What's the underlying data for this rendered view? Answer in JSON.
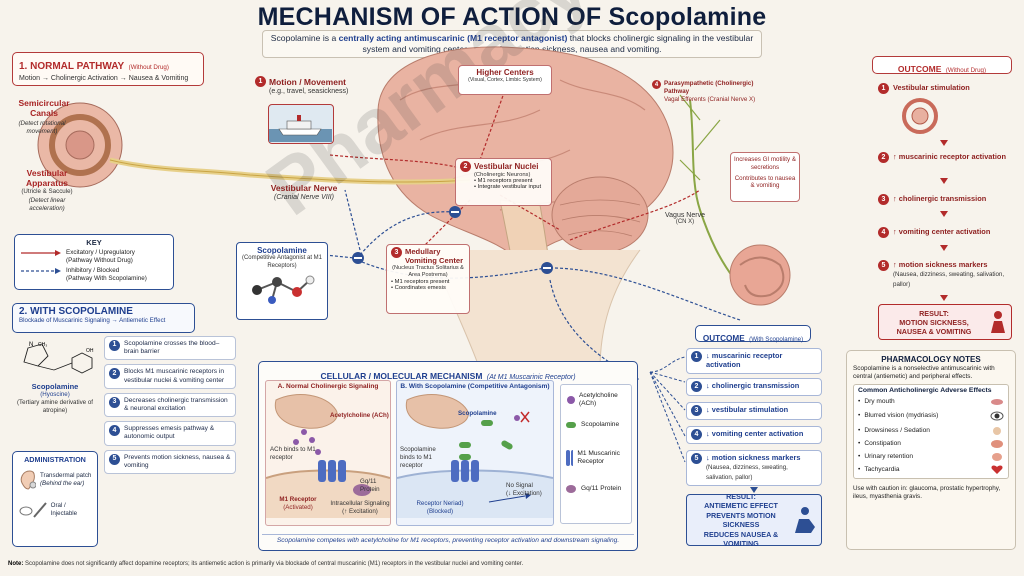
{
  "title": "MECHANISM OF ACTION OF Scopolamine",
  "subtitle_pre": "Scopolamine is a ",
  "subtitle_bold": "centrally acting antimuscarinic (M1 receptor antagonist)",
  "subtitle_post": " that blocks cholinergic signaling in the vestibular system and vomiting center, preventing motion sickness, nausea and vomiting.",
  "watermark": "Pharmacy Freak",
  "normal_pathway": {
    "header": "1. NORMAL PATHWAY",
    "header_sub": "(Without Drug)",
    "sub": "Motion → Cholinergic Activation → Nausea & Vomiting",
    "semicircular": "Semicircular Canals",
    "semicircular_note": "(Detect rotational movement)",
    "vestibular_app": "Vestibular Apparatus",
    "vestibular_app_sub": "(Utricle & Saccule)",
    "vestibular_app_note": "(Detect linear acceleration)"
  },
  "key": {
    "title": "KEY",
    "excitatory": "Excitatory / Upregulatory",
    "excitatory_sub": "(Pathway Without Drug)",
    "inhibitory": "Inhibitory / Blocked",
    "inhibitory_sub": "(Pathway With Scopolamine)"
  },
  "with_scop": {
    "header": "2. WITH SCOPOLAMINE",
    "sub": "Blockade of Muscarinic Signaling → Antiemetic Effect",
    "drug_name": "Scopolamine",
    "drug_alt": "(Hyoscine)",
    "drug_class": "(Tertiary amine derivative of atropine)",
    "structure_label": "N",
    "structure_me": "CH₃",
    "structure_oh": "OH",
    "steps": [
      {
        "n": "1",
        "text": "Scopolamine crosses the blood–brain barrier"
      },
      {
        "n": "2",
        "text": "Blocks M1 muscarinic receptors in vestibular nuclei & vomiting center"
      },
      {
        "n": "3",
        "text": "Decreases cholinergic transmission & neuronal excitation"
      },
      {
        "n": "4",
        "text": "Suppresses emesis pathway & autonomic output"
      },
      {
        "n": "5",
        "text": "Prevents motion sickness, nausea & vomiting"
      }
    ]
  },
  "administration": {
    "title": "ADMINISTRATION",
    "transdermal": "Transdermal patch",
    "transdermal_sub": "(Behind the ear)",
    "oral": "Oral / Injectable"
  },
  "motion": {
    "n": "1",
    "title": "Motion / Movement",
    "sub": "(e.g., travel, seasickness)"
  },
  "vestibular_nerve": {
    "title": "Vestibular Nerve",
    "sub": "(Cranial Nerve VIII)"
  },
  "higher_centers": {
    "title": "Higher Centers",
    "sub": "(Visual, Cortex, Limbic System)"
  },
  "vestibular_nuclei": {
    "n": "2",
    "title": "Vestibular Nuclei",
    "sub": "(Cholinergic Neurons)",
    "b1": "M1 receptors present",
    "b2": "Integrate vestibular input"
  },
  "scop_box": {
    "title": "Scopolamine",
    "sub": "(Competitive Antagonist at M1 Receptors)"
  },
  "medullary": {
    "n": "3",
    "title": "Medullary Vomiting Center",
    "sub": "(Nucleus Tractus Solitarius & Area Postrema)",
    "b1": "M1 receptors present",
    "b2": "Coordinates emesis"
  },
  "parasym": {
    "n": "4",
    "title": "Parasympathetic (Cholinergic) Pathway",
    "sub": "Vagal Efferents (Cranial Nerve X)"
  },
  "gi_box": {
    "l1": "Increases GI motility & secretions",
    "l2": "Contributes to nausea & vomiting"
  },
  "vagus": {
    "title": "Vagus Nerve",
    "sub": "(CN X)"
  },
  "outcome_without": {
    "header": "OUTCOME",
    "header_sub": "(Without Drug)",
    "items": [
      {
        "n": "1",
        "text": "Vestibular stimulation"
      },
      {
        "n": "2",
        "text": "↑ muscarinic receptor activation"
      },
      {
        "n": "3",
        "text": "↑ cholinergic transmission"
      },
      {
        "n": "4",
        "text": "↑ vomiting center activation"
      },
      {
        "n": "5",
        "text": "↑ motion sickness markers",
        "sub": "(Nausea, dizziness, sweating, salivation, pallor)"
      }
    ],
    "result": "RESULT:",
    "result_l2": "MOTION SICKNESS,",
    "result_l3": "NAUSEA & VOMITING"
  },
  "outcome_with": {
    "header": "OUTCOME",
    "header_sub": "(With Scopolamine)",
    "items": [
      {
        "n": "1",
        "text": "↓ muscarinic receptor activation"
      },
      {
        "n": "2",
        "text": "↓ cholinergic transmission"
      },
      {
        "n": "3",
        "text": "↓ vestibular stimulation"
      },
      {
        "n": "4",
        "text": "↓ vomiting center activation"
      },
      {
        "n": "5",
        "text": "↓ motion sickness markers",
        "sub": "(Nausea, dizziness, sweating, salivation, pallor)"
      }
    ],
    "result": "RESULT:",
    "result_l2": "ANTIEMETIC EFFECT",
    "result_l3": "PREVENTS MOTION SICKNESS",
    "result_l4": "REDUCES NAUSEA & VOMITING"
  },
  "cellular": {
    "header": "CELLULAR / MOLECULAR MECHANISM",
    "header_sub": "(At M1 Muscarinic Receptor)",
    "panel_a": "A. Normal Cholinergic Signaling",
    "panel_b": "B. With Scopolamine (Competitive Antagonism)",
    "ach": "Acetylcholine (ACh)",
    "ach_binds": "ACh binds to M1 receptor",
    "m1_act": "M1 Receptor",
    "m1_act_sub": "(Activated)",
    "gq": "Gq/11 Protein",
    "intracell": "Intracellular Signaling",
    "intracell_sub": "(↑ Excitation)",
    "scop": "Scopolamine",
    "scop_binds": "Scopolamine binds to M1 receptor",
    "receptor_blocked": "Receptor Neriad)",
    "receptor_blocked_sub": "(Blocked)",
    "no_signal": "No Signal",
    "no_signal_sub": "(↓ Excitation)",
    "footer": "Scopolamine competes with acetylcholine for M1 receptors, preventing receptor activation and downstream signaling.",
    "legend": [
      {
        "text": "Acetylcholine (ACh)"
      },
      {
        "text": "Scopolamine"
      },
      {
        "text": "M1 Muscarinic Receptor"
      },
      {
        "text": "Gq/11 Protein"
      }
    ]
  },
  "pharm_notes": {
    "title": "PHARMACOLOGY NOTES",
    "text": "Scopolamine is a nonselective antimuscarinic with central (antiemetic) and peripheral effects.",
    "ae_title": "Common Anticholinergic Adverse Effects",
    "ae": [
      {
        "text": "Dry mouth"
      },
      {
        "text": "Blurred vision (mydriasis)"
      },
      {
        "text": "Drowsiness / Sedation"
      },
      {
        "text": "Constipation"
      },
      {
        "text": "Urinary retention"
      },
      {
        "text": "Tachycardia"
      }
    ],
    "caution": "Use with caution in: glaucoma, prostatic hypertrophy, ileus, myasthenia gravis."
  },
  "note_label": "Note:",
  "note": "Scopolamine does not significantly affect dopamine receptors; its antiemetic action is primarily via blockade of central muscarinic (M1) receptors in the vestibular nuclei and vomiting center.",
  "colors": {
    "red": "#b22b2b",
    "blue": "#2d4f94",
    "navy": "#0f1e3d"
  }
}
